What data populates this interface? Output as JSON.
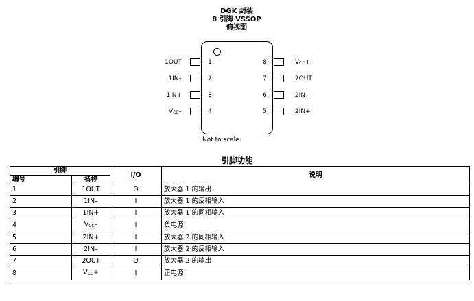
{
  "package": {
    "line1": "DGK 封装",
    "line2": "8 引脚 VSSOP",
    "line3": "俯视图",
    "note": "Not to scale"
  },
  "pins_left": [
    {
      "num": "1",
      "name": "1OUT"
    },
    {
      "num": "2",
      "name": "1IN–"
    },
    {
      "num": "3",
      "name": "1IN+"
    },
    {
      "num": "4",
      "name_main": "V",
      "name_sub": "CC",
      "name_suffix": "–"
    }
  ],
  "pins_right": [
    {
      "num": "8",
      "name_main": "V",
      "name_sub": "CC",
      "name_suffix": "+"
    },
    {
      "num": "7",
      "name": "2OUT"
    },
    {
      "num": "6",
      "name": "2IN–"
    },
    {
      "num": "5",
      "name": "2IN+"
    }
  ],
  "table_title": "引脚功能",
  "table": {
    "group_header": "引脚",
    "col_number": "编号",
    "col_name": "名称",
    "col_io": "I/O",
    "col_desc": "说明",
    "rows": [
      {
        "num": "1",
        "name": "1OUT",
        "io": "O",
        "desc": "放大器 1 的输出"
      },
      {
        "num": "2",
        "name": "1IN–",
        "io": "I",
        "desc": "放大器 1 的反相输入"
      },
      {
        "num": "3",
        "name": "1IN+",
        "io": "I",
        "desc": "放大器 1 的同相输入"
      },
      {
        "num": "4",
        "name_main": "V",
        "name_sub": "CC",
        "name_suffix": "–",
        "io": "I",
        "desc": "负电源"
      },
      {
        "num": "5",
        "name": "2IN+",
        "io": "I",
        "desc": "放大器 2 的同相输入"
      },
      {
        "num": "6",
        "name": "2IN–",
        "io": "I",
        "desc": "放大器 2 的反相输入"
      },
      {
        "num": "7",
        "name": "2OUT",
        "io": "O",
        "desc": "放大器 2 的输出"
      },
      {
        "num": "8",
        "name_main": "V",
        "name_sub": "CC",
        "name_suffix": "+",
        "io": "I",
        "desc": "正电源"
      }
    ]
  }
}
